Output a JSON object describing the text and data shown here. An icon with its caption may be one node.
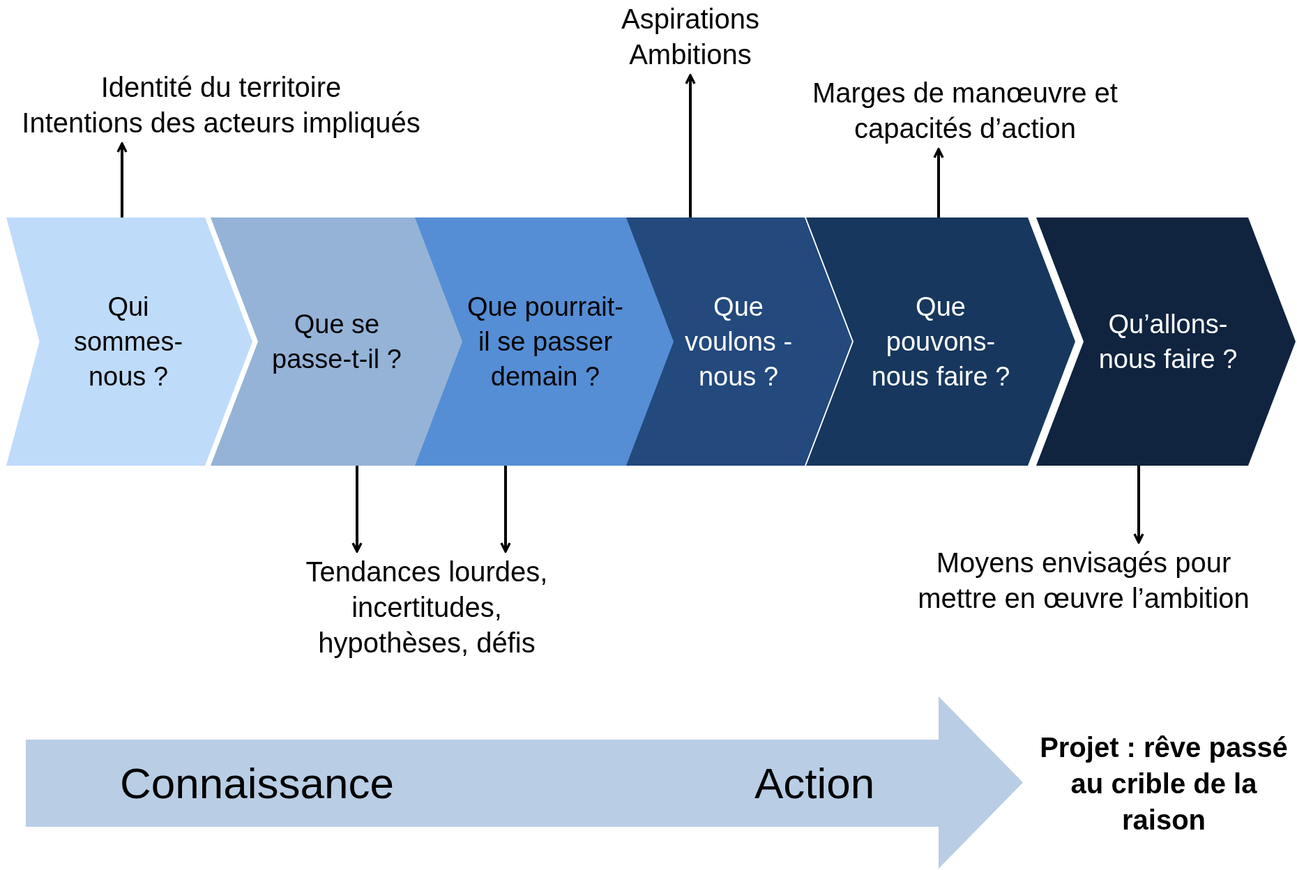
{
  "diagram": {
    "nodes": [
      {
        "text": [
          "Qui sommes-nous ?"
        ]
      },
      {
        "text": [
          "Que se passe-t-il ?"
        ]
      },
      {
        "text": [
          "Que pourrait-il se passer demain ?"
        ]
      },
      {
        "text": [
          "Que voulons -nous ?"
        ]
      },
      {
        "text": [
          "Que pouvons-nous faire ?"
        ]
      },
      {
        "text": [
          "Qu’allons-nous faire ?"
        ]
      },
      {
        "text": [
          "Identité du territoire",
          "Intentions des acteurs impliqués"
        ]
      },
      {
        "text": [
          "Aspirations",
          "Ambitions"
        ]
      },
      {
        "text": [
          "Marges de manœuvre et capacités d’action"
        ]
      },
      {
        "text": [
          "Tendances lourdes, incertitudes, hypothèses, défis"
        ]
      },
      {
        "text": [
          "Moyens envisagés pour mettre en œuvre l’ambition"
        ]
      },
      {
        "text": [
          "Connaissance",
          "Action"
        ]
      }
    ],
    "edges": [
      {
        "from": 0,
        "to": 6,
        "arrow": "to"
      },
      {
        "from": 3,
        "to": 7,
        "arrow": "to"
      },
      {
        "from": 4,
        "to": 8,
        "arrow": "to"
      },
      {
        "from": 1,
        "to": 9,
        "arrow": "to"
      },
      {
        "from": 2,
        "to": 9,
        "arrow": "to"
      },
      {
        "from": 5,
        "to": 10,
        "arrow": "to"
      }
    ],
    "labels": [
      "Projet : rêve passé au crible de la raison"
    ]
  }
}
